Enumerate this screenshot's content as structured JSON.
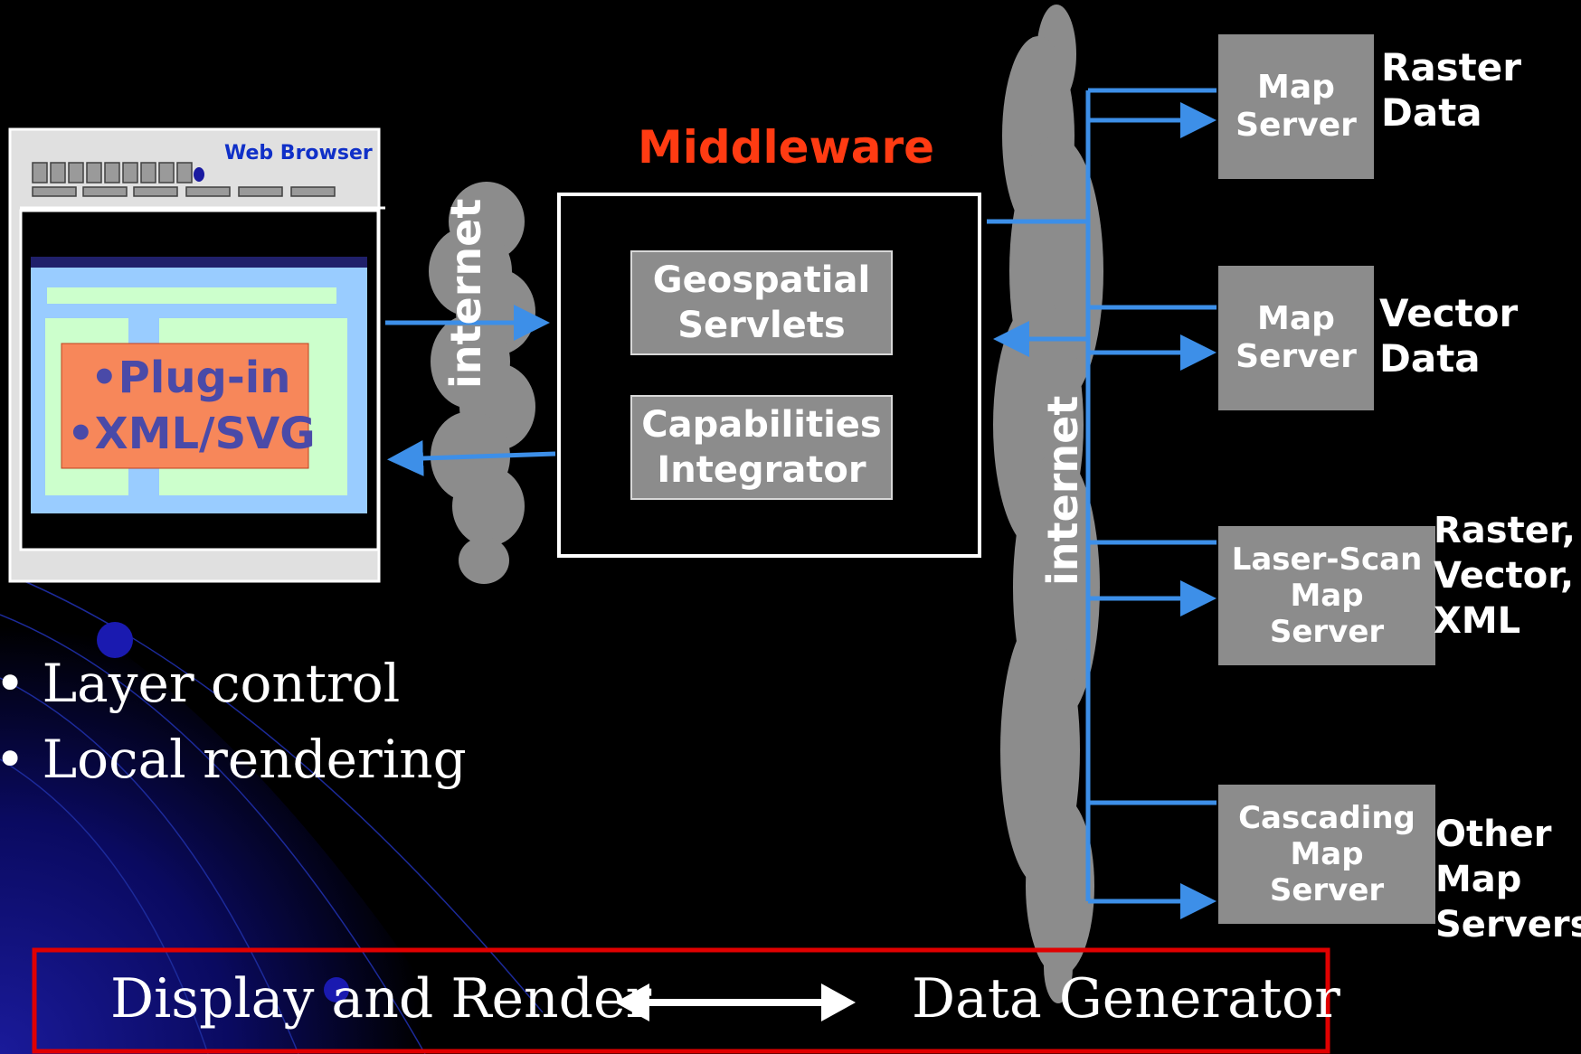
{
  "colors": {
    "background": "#000000",
    "arrow_blue": "#3d8fe8",
    "middleware_title": "#ff3b12",
    "server_box": "#8c8c8c",
    "plugin_box": "#f7875a",
    "plugin_text": "#4a4aa8",
    "browser_title": "#1030c8",
    "bottom_frame": "#e00000"
  },
  "browser": {
    "title": "Web Browser",
    "plugin_line1": "•Plug-in",
    "plugin_line2": "•XML/SVG"
  },
  "clouds": {
    "left_label": "internet",
    "right_label": "internet"
  },
  "middleware": {
    "title": "Middleware",
    "servlets": [
      "Geospatial",
      "Servlets"
    ],
    "integrator": [
      "Capabilities",
      "Integrator"
    ]
  },
  "servers": [
    {
      "lines": [
        "Map",
        "Server"
      ],
      "data": [
        "Raster",
        "Data"
      ]
    },
    {
      "lines": [
        "Map",
        "Server"
      ],
      "data": [
        "Vector",
        "Data"
      ]
    },
    {
      "lines": [
        "Laser-Scan",
        "Map",
        "Server"
      ],
      "data": [
        "Raster,",
        "Vector,",
        "XML"
      ]
    },
    {
      "lines": [
        "Cascading",
        "Map",
        "Server"
      ],
      "data": [
        "Other",
        "Map",
        "Servers"
      ]
    }
  ],
  "bullets": [
    "• Layer control",
    "• Local rendering"
  ],
  "bottom": {
    "left": "Display and Render",
    "right": "Data Generator"
  }
}
